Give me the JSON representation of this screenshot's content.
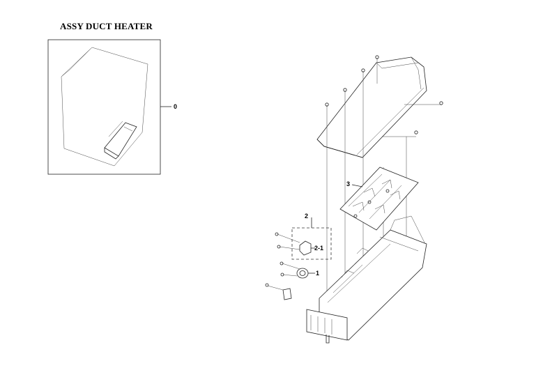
{
  "title": "ASSY DUCT HEATER",
  "callouts": {
    "assembly": "0",
    "part_1": "1",
    "part_2": "2",
    "part_2_1": "2-1",
    "part_3": "3"
  }
}
